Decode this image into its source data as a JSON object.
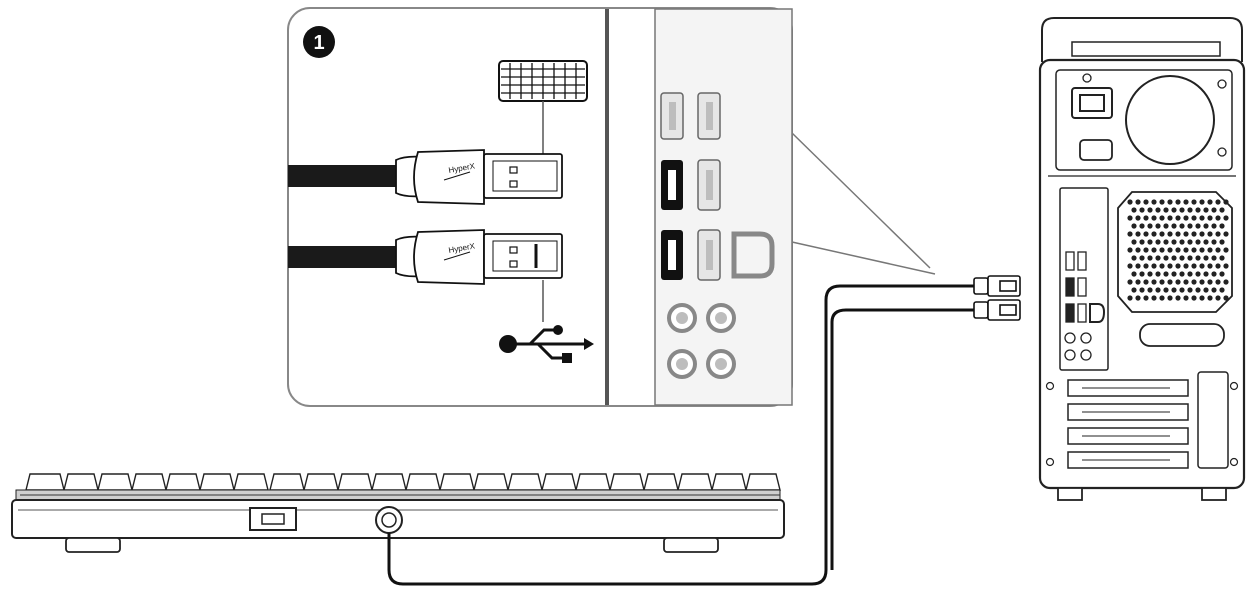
{
  "step": {
    "number": "1"
  },
  "connector_labels": {
    "top_plug_logo": "HyperX",
    "bottom_plug_logo": "HyperX"
  },
  "icons": {
    "keyboard": "keyboard-icon",
    "usb": "usb-icon"
  },
  "colors": {
    "line": "#1a1a1a",
    "panel_fill": "#ffffff",
    "port_fill": "#e6e6e6",
    "port_active": "#111111",
    "shade": "#bdbdbd",
    "step_badge": "#111111"
  }
}
